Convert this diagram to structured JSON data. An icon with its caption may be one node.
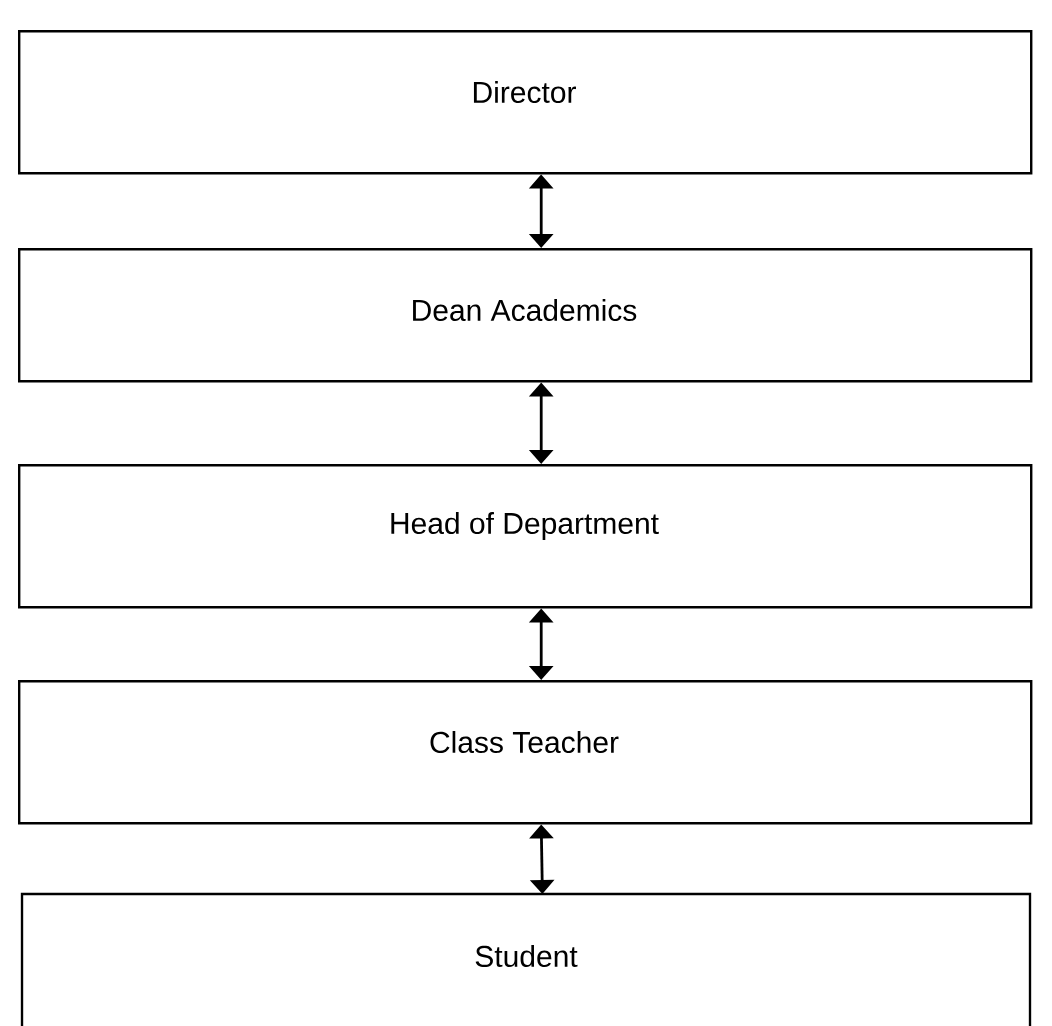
{
  "diagram": {
    "nodes": [
      {
        "text": [
          "Director"
        ]
      },
      {
        "text": [
          "Dean Academics"
        ]
      },
      {
        "text": [
          "Head of Department"
        ]
      },
      {
        "text": [
          "Class Teacher"
        ]
      },
      {
        "text": [
          "Student"
        ]
      }
    ],
    "edges": [
      {
        "from": 0,
        "to": 1,
        "arrow": "both"
      },
      {
        "from": 1,
        "to": 2,
        "arrow": "both"
      },
      {
        "from": 2,
        "to": 3,
        "arrow": "both"
      },
      {
        "from": 3,
        "to": 4,
        "arrow": "both"
      }
    ]
  }
}
